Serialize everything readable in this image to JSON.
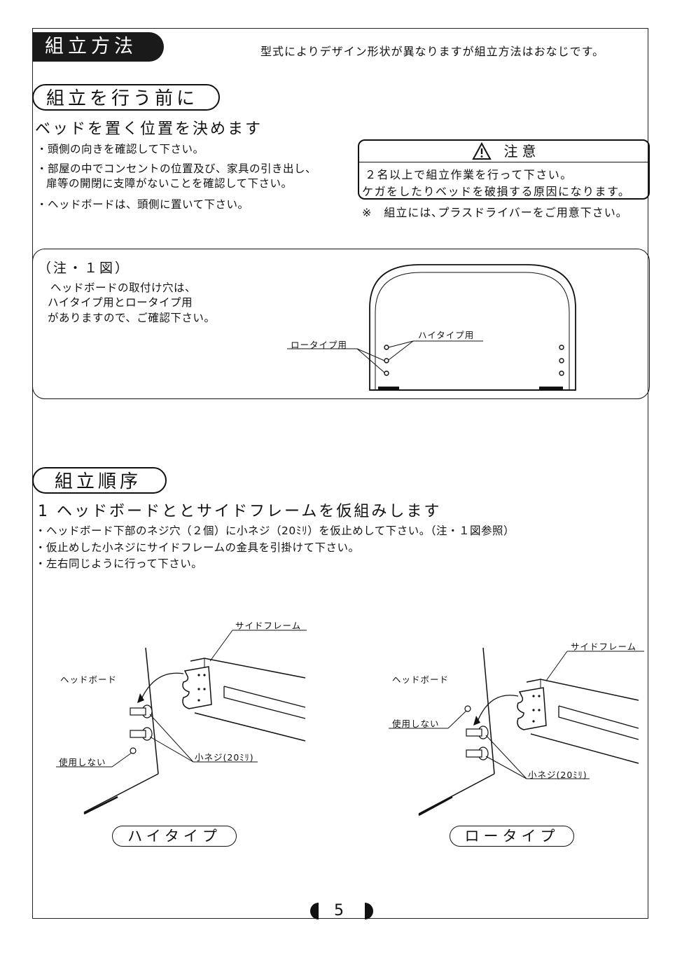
{
  "header": {
    "main_title": "組立方法",
    "note": "型式によりデザイン形状が異なりますが組立方法はおなじです。"
  },
  "before_assembly": {
    "heading": "組立を行う前に",
    "subheading": "ベッドを置く位置を決めます",
    "bullets": [
      "・頭側の向きを確認して下さい。",
      "・部屋の中でコンセントの位置及び、家具の引き出し、",
      "扉等の開閉に支障がないことを確認して下さい。",
      "・ヘッドボードは、頭側に置いて下さい。"
    ]
  },
  "caution": {
    "icon": "warning-triangle-icon",
    "title": "注意",
    "lines": [
      "２名以上で組立作業を行って下さい。",
      "ケガをしたりベッドを破損する原因になります。"
    ],
    "footnote": "※　組立には､プラスドライバーをご用意下さい｡"
  },
  "figure_note": {
    "title": "（注・１図）",
    "lines": [
      "ヘッドボードの取付け穴は、",
      "ハイタイプ用とロータイプ用",
      "がありますので、ご確認下さい。"
    ],
    "label_low": "ロータイプ用",
    "label_high": "ハイタイプ用"
  },
  "assembly_order": {
    "heading": "組立順序",
    "step1_title": "1 ヘッドボードととサイドフレームを仮組みします",
    "bullets": [
      "・ヘッドボード下部のネジ穴（２個）に小ネジ（20ﾐﾘ）を仮止めして下さい。（注・１図参照）",
      "・仮止めした小ネジにサイドフレームの金具を引掛けて下さい。",
      "・左右同じように行って下さい。"
    ]
  },
  "diagrams": {
    "high": {
      "side_frame": "サイドフレーム",
      "headboard": "ヘッドボード",
      "unused": "使用しない",
      "screw": "小ネジ(20ﾐﾘ)",
      "caption": "ハイタイプ"
    },
    "low": {
      "side_frame": "サイドフレーム",
      "headboard": "ヘッドボード",
      "unused": "使用しない",
      "screw": "小ネジ(20ﾐﾘ)",
      "caption": "ロータイプ"
    }
  },
  "footer": {
    "page_number": "5"
  }
}
